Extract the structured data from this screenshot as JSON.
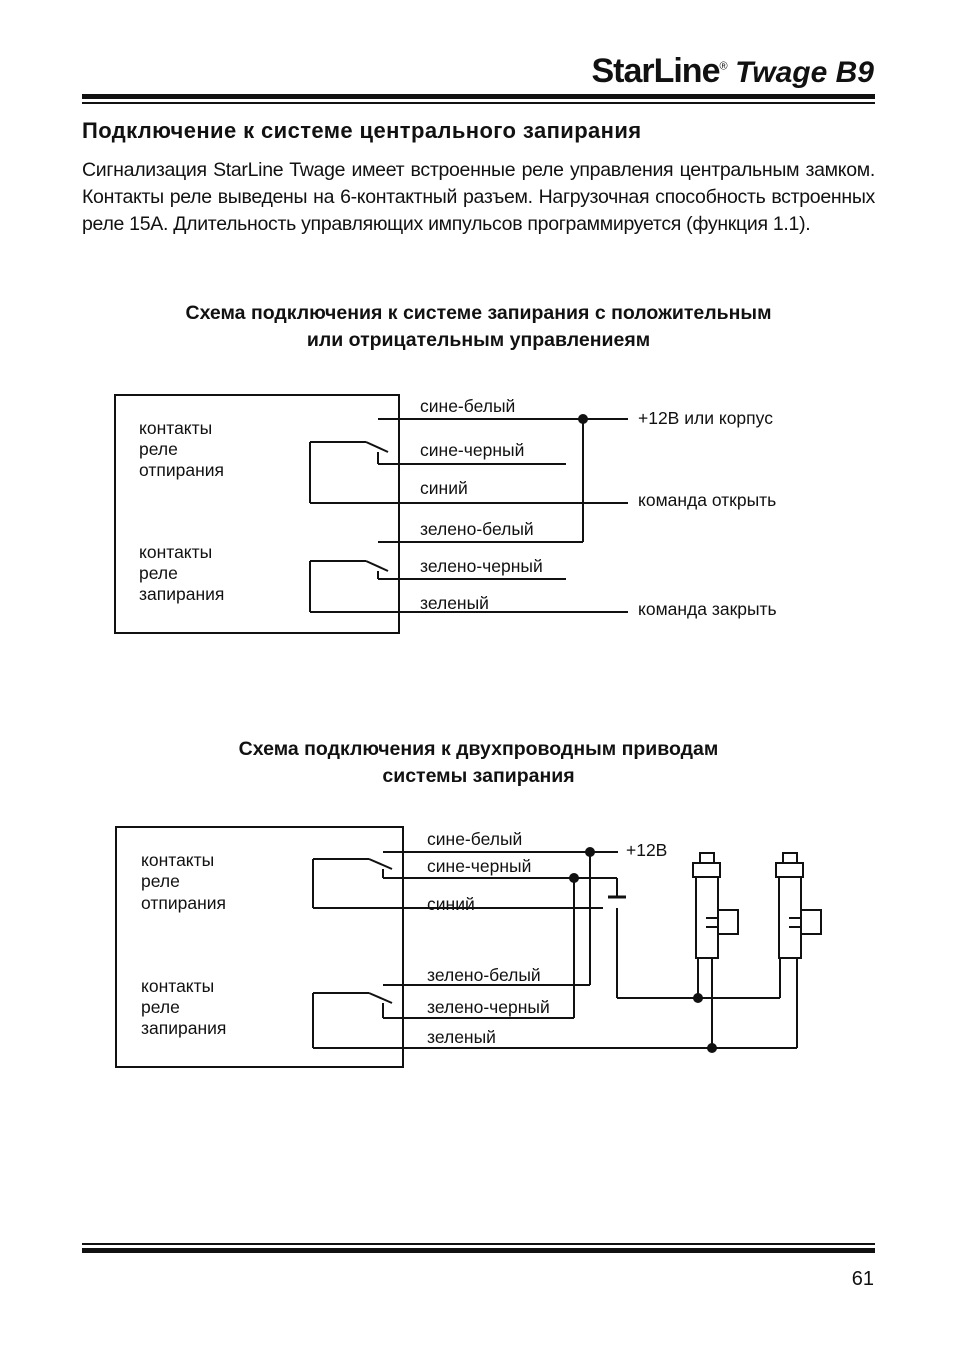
{
  "header": {
    "brand": "StarLine",
    "brand_mark": "®",
    "model": "Twage B9"
  },
  "section": {
    "title": "Подключение к системе центрального запирания",
    "paragraph": "Сигнализация StarLine Twage имеет встроенные реле управления центральным замком. Контакты реле выведены на 6-контактный разъем. Нагрузочная способность встроенных реле 15А. Длительность управляющих импульсов программируется (функция 1.1)."
  },
  "diagram1": {
    "caption_line1": "Схема подключения к системе запирания с положительным",
    "caption_line2": "или отрицательным управлениеям",
    "unlock_block": [
      "контакты",
      "реле",
      "отпирания"
    ],
    "lock_block": [
      "контакты",
      "реле",
      "запирания"
    ],
    "wires": [
      "сине-белый",
      "сине-черный",
      "синий",
      "зелено-белый",
      "зелено-черный",
      "зеленый"
    ],
    "supply_label": "+12В или корпус",
    "open_label": "команда открыть",
    "close_label": "команда закрыть"
  },
  "diagram2": {
    "caption_line1": "Схема подключения к двухпроводным приводам",
    "caption_line2": "системы запирания",
    "unlock_block": [
      "контакты",
      "реле",
      "отпирания"
    ],
    "lock_block": [
      "контакты",
      "реле",
      "запирания"
    ],
    "wires": [
      "сине-белый",
      "сине-черный",
      "синий",
      "зелено-белый",
      "зелено-черный",
      "зеленый"
    ],
    "supply_label": "+12В"
  },
  "footer": {
    "page_number": "61"
  }
}
